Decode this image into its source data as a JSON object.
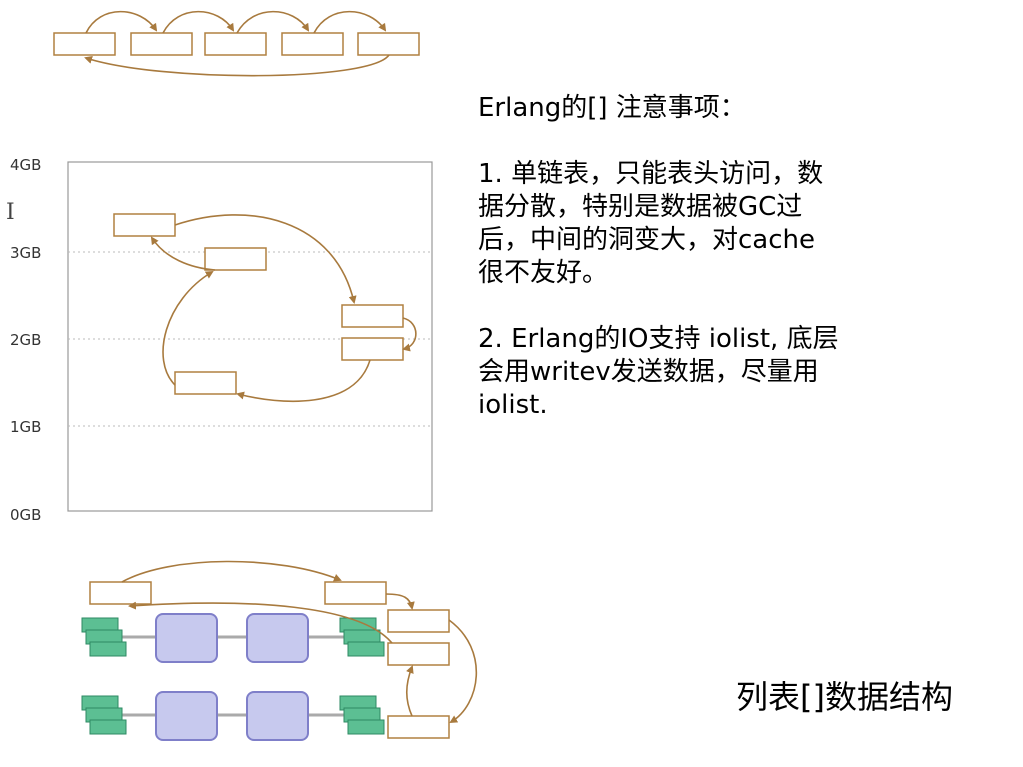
{
  "slide": {
    "notes_title": "Erlang的[] 注意事项：",
    "note1": {
      "line1": "1. 单链表，只能表头访问，数",
      "line2": "据分散，特别是数据被GC过",
      "line3": "后，中间的洞变大，对cache",
      "line4": "很不友好。"
    },
    "note2": {
      "line1": "2. Erlang的IO支持 iolist, 底层",
      "line2": "会用writev发送数据，尽量用",
      "line3": "iolist."
    },
    "caption": "列表[]数据结构"
  },
  "memory_chart": {
    "y_ticks": [
      "4GB",
      "3GB",
      "2GB",
      "1GB",
      "0GB"
    ],
    "cursor_glyph": "I"
  },
  "colors": {
    "arrow": "#a87a3e",
    "box_stroke": "#b08040",
    "grid": "#bbbbbb",
    "frame": "#999999",
    "green_node": "#5cbf93",
    "blue_node": "#c7c9ee",
    "blue_node_stroke": "#7f7fc9"
  }
}
